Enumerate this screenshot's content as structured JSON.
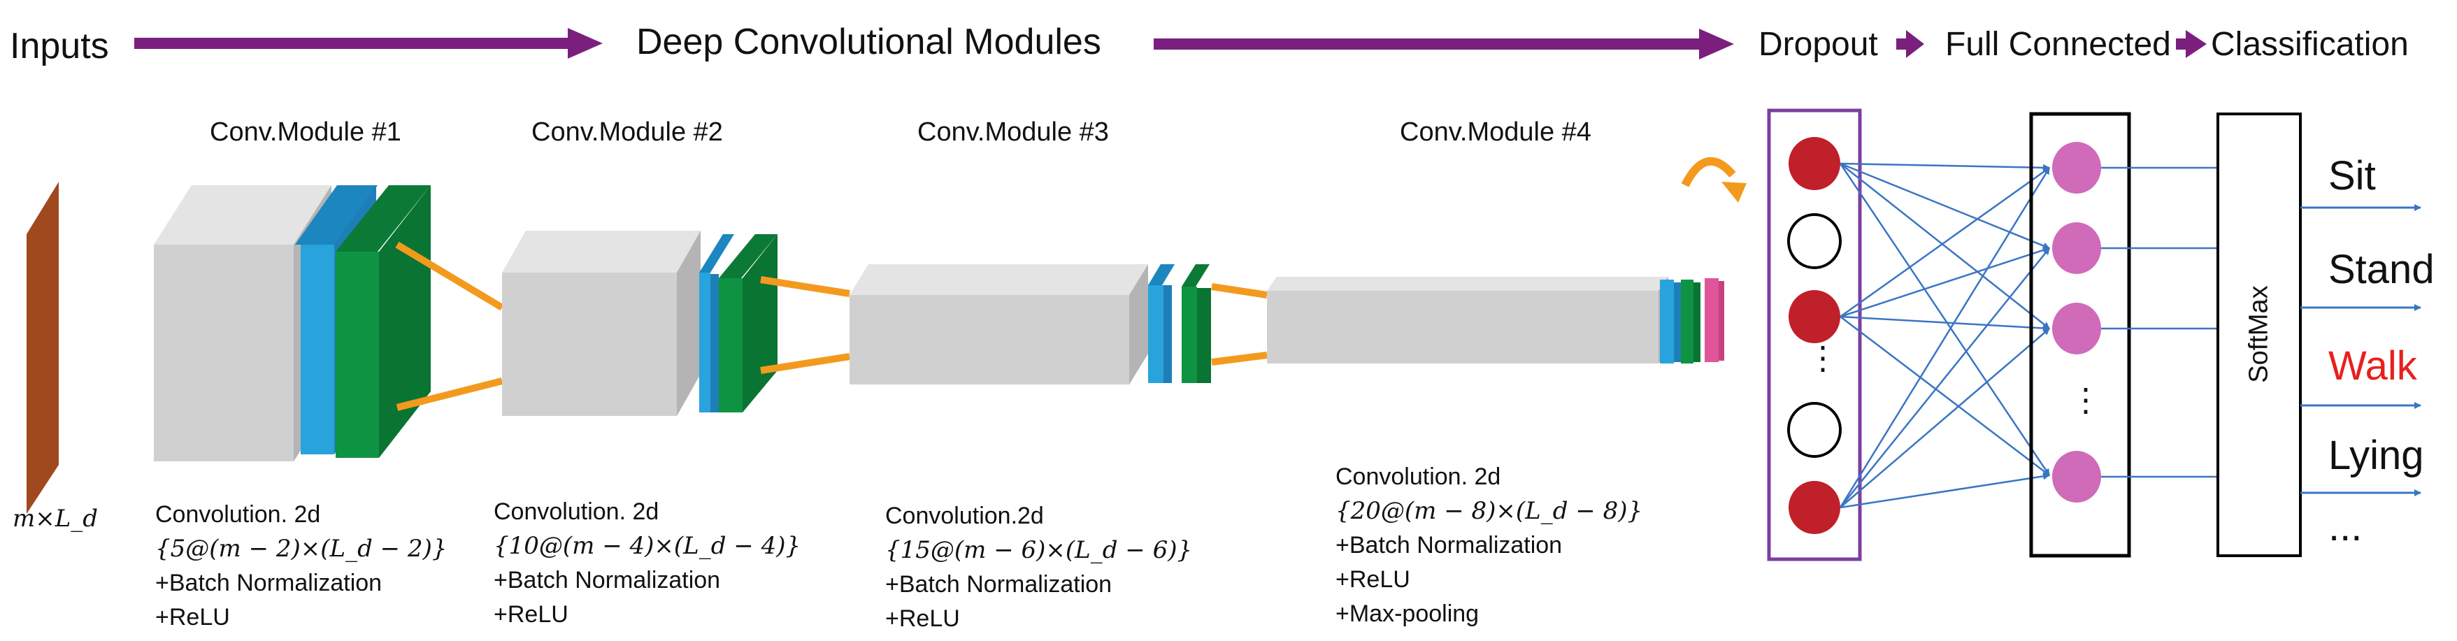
{
  "header": {
    "inputs": "Inputs",
    "deep": "Deep Convolutional Modules",
    "dropout": "Dropout",
    "full": "Full Connected",
    "classification": "Classification"
  },
  "input_label": "m×L_d",
  "modules": [
    {
      "title": "Conv.Module #1",
      "lines": [
        "Convolution. 2d",
        "{5@(m − 2)×(L_d − 2)}",
        "+Batch Normalization",
        "+ReLU"
      ]
    },
    {
      "title": "Conv.Module #2",
      "lines": [
        "Convolution. 2d",
        "{10@(m − 4)×(L_d − 4)}",
        "+Batch Normalization",
        "+ReLU"
      ]
    },
    {
      "title": "Conv.Module #3",
      "lines": [
        "Convolution.2d",
        "{15@(m − 6)×(L_d − 6)}",
        "+Batch Normalization",
        "+ReLU"
      ]
    },
    {
      "title": "Conv.Module #4",
      "lines": [
        "Convolution. 2d",
        "{20@(m − 8)×(L_d − 8)}",
        "+Batch Normalization",
        "+ReLU",
        "+Max-pooling"
      ]
    }
  ],
  "dropout_dots": "⋮",
  "fc_dots": "⋮",
  "softmax": "SoftMax",
  "outputs": [
    "Sit",
    "Stand",
    "Walk",
    "Lying",
    "..."
  ],
  "colors": {
    "arrow": "#7b1f7f",
    "input_slab": "#a0481e",
    "block_front": "#d0d0d0",
    "block_top": "#e4e4e4",
    "block_side": "#b4b4b4",
    "bn_blue": "#29a3dc",
    "relu_green": "#0e9343",
    "pool_pink": "#e0559a",
    "connector": "#f39a1e",
    "dropout_border": "#7b3f9f",
    "node_red": "#c0202a",
    "node_pink": "#cf6bb9",
    "link_blue": "#3a75c4",
    "walk_red": "#e8201c"
  }
}
